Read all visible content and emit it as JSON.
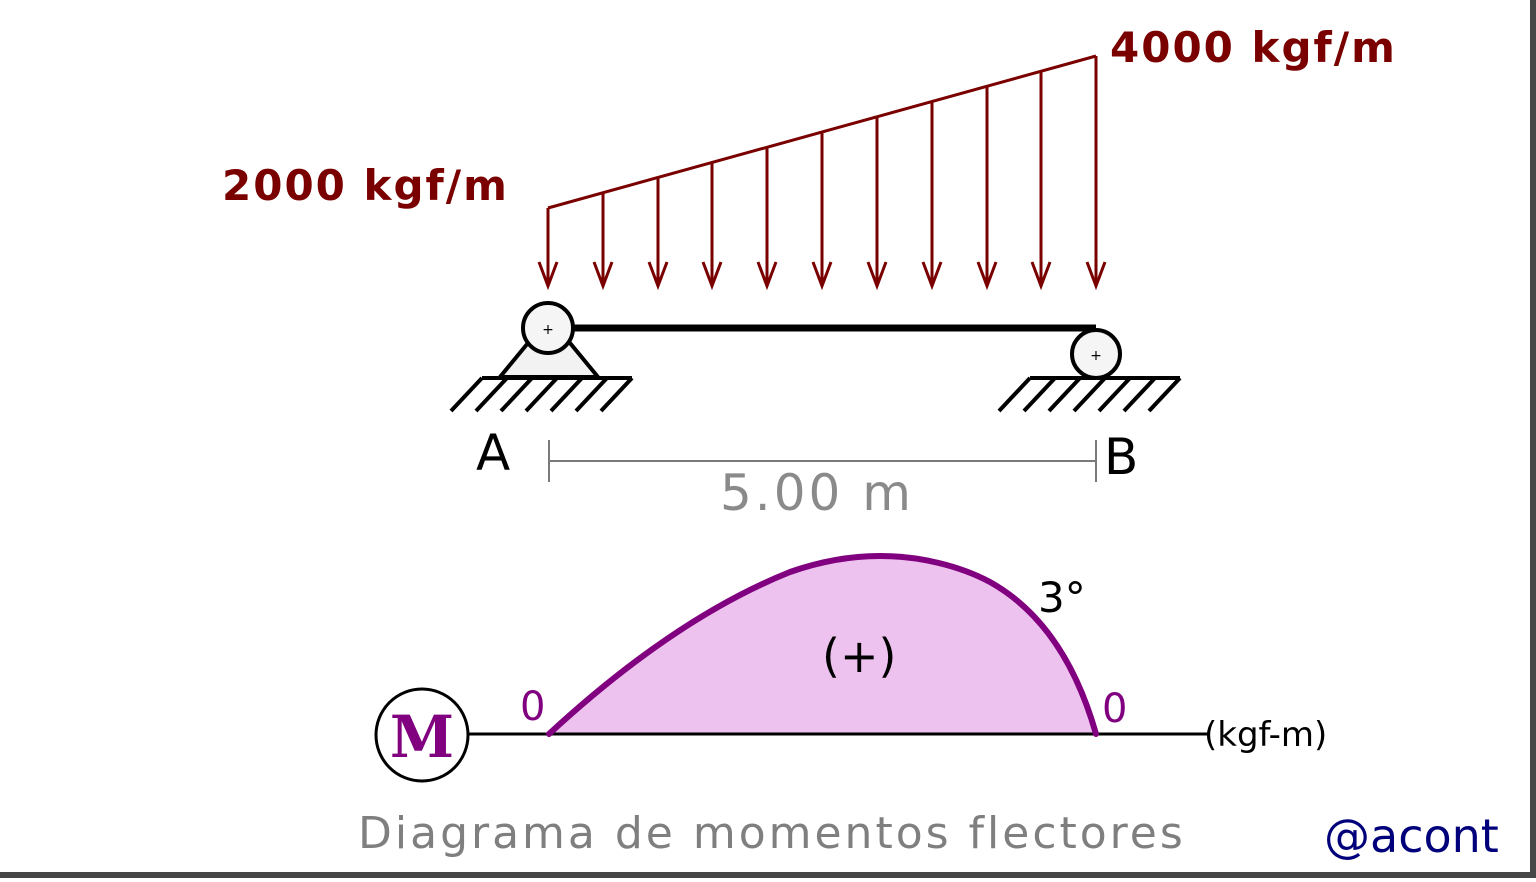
{
  "loads": {
    "left_label": "2000 kgf/m",
    "right_label": "4000 kgf/m",
    "color": "#7a0000",
    "type": "trapezoidal distributed load",
    "arrow_count": 11
  },
  "supports": {
    "left_label": "A",
    "right_label": "B",
    "left_type": "pinned",
    "right_type": "roller"
  },
  "dimension": {
    "label": "5.00 m"
  },
  "moment_diagram": {
    "symbol": "M",
    "sign": "(+)",
    "left_value": "0",
    "right_value": "0",
    "degree_label": "3°",
    "units": "(kgf-m)",
    "curve_color": "#800080",
    "fill_color": "#eec2ee"
  },
  "footer": {
    "caption": "Diagrama de momentos flectores",
    "credit": "@acont"
  }
}
